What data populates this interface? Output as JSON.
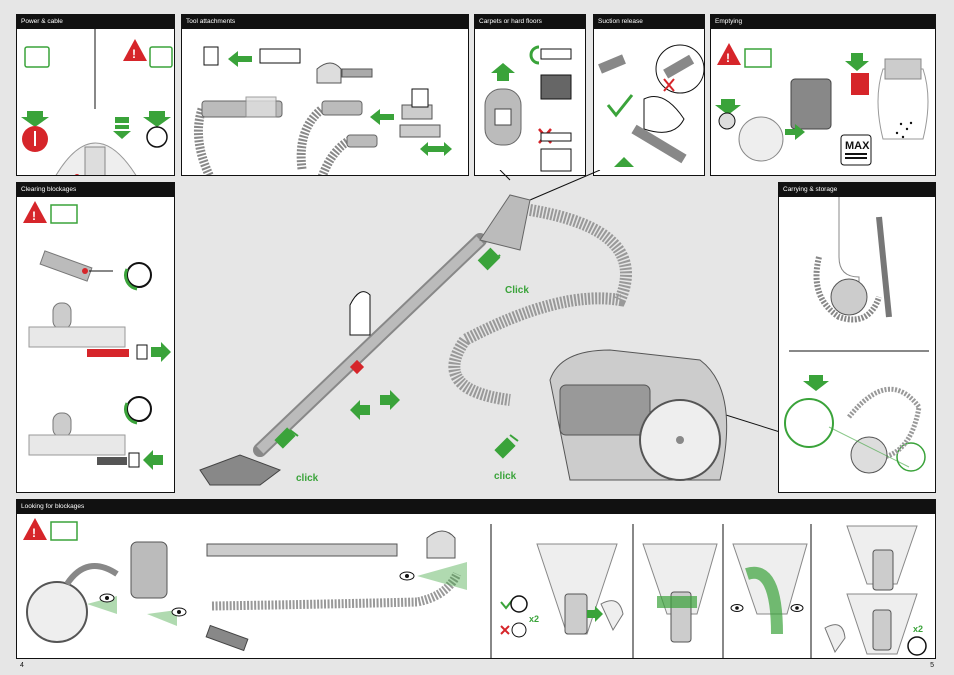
{
  "panels": {
    "power_cable": "Power & cable",
    "tool_attachments": "Tool attachments",
    "carpets": "Carpets or hard floors",
    "suction_release": "Suction release",
    "emptying": "Emptying",
    "clearing": "Clearing blockages",
    "carrying": "Carrying & storage",
    "looking": "Looking for blockages"
  },
  "labels": {
    "click1": "Click",
    "click2": "click",
    "click3": "click",
    "max": "MAX",
    "x2a": "x2",
    "x2b": "x2"
  },
  "pages": {
    "left": "4",
    "right": "5"
  },
  "colors": {
    "green": "#3aa33a",
    "red": "#d6252a",
    "dark": "#111111",
    "grey": "#9a9a9a"
  }
}
